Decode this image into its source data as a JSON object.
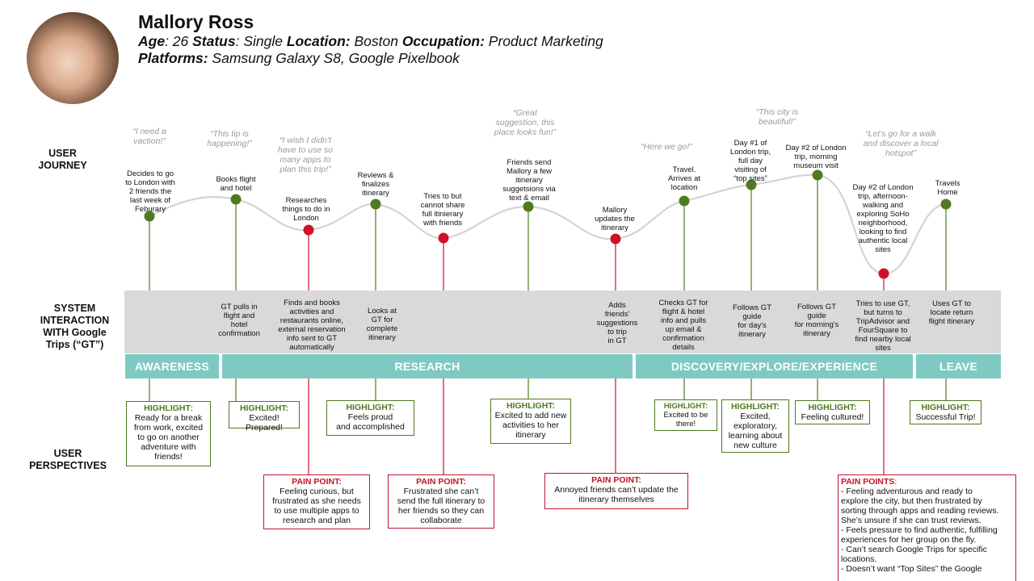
{
  "persona": {
    "name": "Mallory Ross",
    "age_label": "Age",
    "age": ": 26 ",
    "status_label": "Status",
    "status": ": Single ",
    "location_label": "Location:",
    "location": " Boston   ",
    "occupation_label": "Occupation:",
    "occupation": " Product Marketing",
    "platforms_label": "Platforms:",
    "platforms": " Samsung Galaxy S8, Google Pixelbook"
  },
  "row_labels": {
    "user_journey": "USER\nJOURNEY",
    "system_interaction": "SYSTEM\nINTERACTION\nWITH Google\nTrips (“GT”)",
    "user_perspectives": "USER\nPERSPECTIVES"
  },
  "quotes": [
    "“I need a\nvaction!”",
    "“This tip is\nhappening!”",
    "“I wish I didn't\nhave to use so\nmany apps to\nplan this trip!”",
    "“Great\nsuggestion, this\nplace looks fun!”",
    "“Here we go!”",
    "“This city is\nbeautiful!”",
    "“Let’s go for a walk\nand discover a local\nhotspot”"
  ],
  "journey_steps": [
    "Decides to go\nto London with\n2 friends the\nlast week of\nFeburary",
    "Books flight\nand hotel",
    "Researches\nthings to do in\nLondon",
    "Reviews &\nfinalizes\nitinerary",
    "Tries to but\ncannot share\nfull itinierary\nwith friends",
    "Friends send\nMallory a few\nitinerary\nsuggetsions via\ntext & email",
    "Mallory\nupdates the\nitinerary",
    "Travel.\nArrives at\nlocation",
    "Day #1 of\nLondon trip,\nfull day\nvisiting of\n“top sites”",
    "Day #2 of London\ntrip, morning\nmuseum visit",
    "Day #2 of London\ntrip, afternoon-\nwalking and\nexploring SoHo\nneighborhood,\nlooking to find\nauthentic local\nsites",
    "Travels\nHome"
  ],
  "system_interactions": [
    "GT pulls in\nflight and\nhotel\nconfirmation",
    "Finds and books\nactivities and\nrestaurants online,\nexternal reservation\ninfo sent to GT\nautomatically",
    "Looks at\nGT for\ncomplete\nitinerary",
    "Adds\nfriends'\nsuggestions\nto trip\nin GT",
    "Checks GT for\nflight & hotel\ninfo and pulls\nup email &\nconfirmation\ndetails",
    "Follows GT\nguide\nfor day's\nitinerary",
    "Follows GT\nguide\nfor morning's\nitinerary",
    "Tries to use GT,\nbut turns to\nTripAdvisor and\nFourSquare to\nfind nearby local\nsites",
    "Uses GT to\nlocate return\nflight  itinerary"
  ],
  "phases": [
    "AWARENESS",
    "RESEARCH",
    "DISCOVERY/EXPLORE/EXPERIENCE",
    "LEAVE"
  ],
  "highlights": [
    {
      "head": "HIGHLIGHT",
      "tail": ":",
      "body": "Ready for a break\nfrom work, excited\nto go on another\nadventure with\nfriends!"
    },
    {
      "head": "HIGHLIGHT:",
      "tail": "",
      "body": "Excited! Prepared!"
    },
    {
      "head": "HIGHLIGHT:",
      "tail": "",
      "body": "Feels proud\nand accomplished"
    },
    {
      "head": "HIGHLIGHT:",
      "tail": "",
      "body": "Excited to add new\nactivities to her\nitinerary"
    },
    {
      "head": "HIGHLIGHT:",
      "tail": "",
      "body": "Excited to be\nthere!"
    },
    {
      "head": "HIGHLIGHT:",
      "tail": "",
      "body": "Excited,\nexploratory,\nlearning about\nnew culture"
    },
    {
      "head": "HIGHLIGHT:",
      "tail": "",
      "body": "Feeling cultured!"
    },
    {
      "head": "HIGHLIGHT:",
      "tail": "",
      "body": "Successful Trip!"
    }
  ],
  "pain_points": [
    {
      "head": "PAIN POINT:",
      "body": "Feeling curious, but\nfrustrated as she needs\nto use multiple apps to\nresearch and plan"
    },
    {
      "head": "PAIN POINT:",
      "body": "Frustrated she can’t\nsend the full itinerary to\nher friends so they can\ncollaborate"
    },
    {
      "head": "PAIN POINT:",
      "body": "Annoyed friends can’t update the\nitinerary themselves"
    },
    {
      "head": "PAIN POINTS",
      "tail": ":",
      "lines": [
        "- Feeling adventurous and ready to",
        "explore the city, but then frustrated by",
        "sorting through apps and reading reviews.",
        "She’s unsure if she can trust reviews.",
        "- Feels pressure to find authentic, fulfilling",
        "experiences for her group on the fly.",
        "- Can’t search Google Trips for specific",
        "locations.",
        "- Doesn’t want “Top Sites” the Google"
      ]
    }
  ],
  "colors": {
    "positive": "#4f7a1f",
    "negative": "#d0112b",
    "phase": "#7ecac3",
    "band": "#d9d9d9"
  }
}
